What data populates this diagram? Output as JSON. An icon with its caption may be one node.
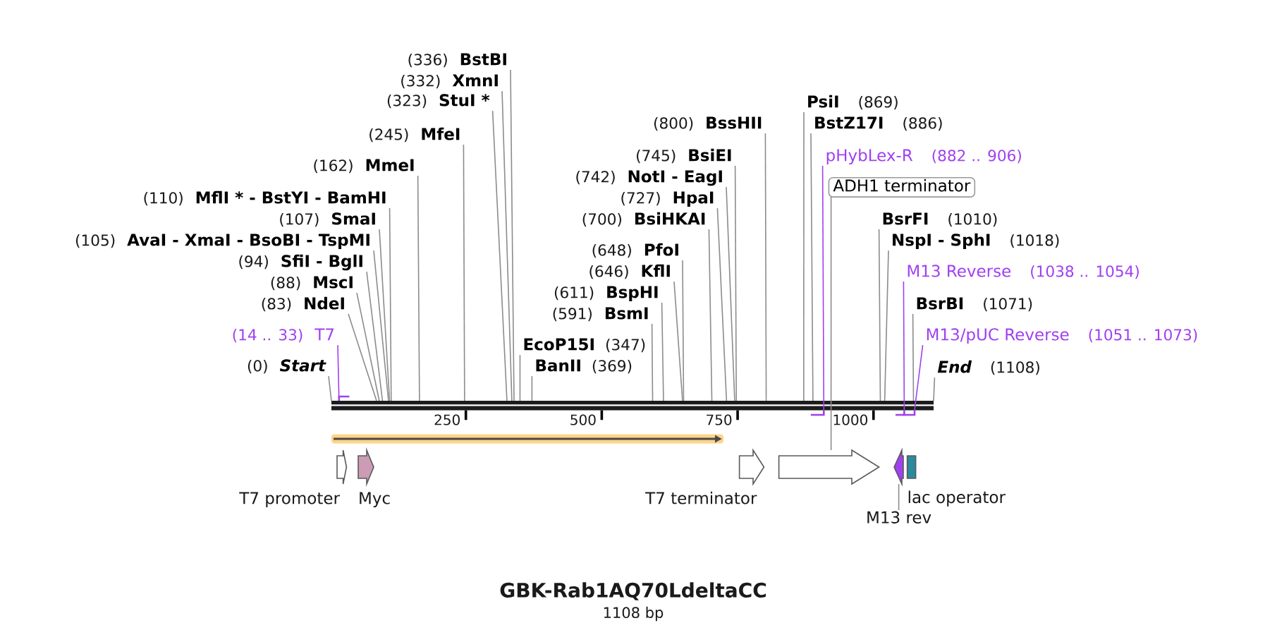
{
  "diagram": {
    "title": "GBK-Rab1AQ70LdeltaCC",
    "caption": "1108 bp",
    "nodes": [
      {
        "text": [
          "BstBI"
        ],
        "beside": [
          "(336)"
        ]
      },
      {
        "text": [
          "XmnI"
        ],
        "beside": [
          "(332)"
        ]
      },
      {
        "text": [
          "StuI *"
        ],
        "beside": [
          "(323)"
        ]
      },
      {
        "text": [
          "MfeI"
        ],
        "beside": [
          "(245)"
        ]
      },
      {
        "text": [
          "MmeI"
        ],
        "beside": [
          "(162)"
        ]
      },
      {
        "text": [
          "MflI * - BstYI - BamHI"
        ],
        "beside": [
          "(110)"
        ]
      },
      {
        "text": [
          "SmaI"
        ],
        "beside": [
          "(107)"
        ]
      },
      {
        "text": [
          "AvaI - XmaI - BsoBI - TspMI"
        ],
        "beside": [
          "(105)"
        ]
      },
      {
        "text": [
          "SfiI - BglI"
        ],
        "beside": [
          "(94)"
        ]
      },
      {
        "text": [
          "MscI"
        ],
        "beside": [
          "(88)"
        ]
      },
      {
        "text": [
          "NdeI"
        ],
        "beside": [
          "(83)"
        ]
      },
      {
        "text": [
          "T7"
        ],
        "beside": [
          "(14 .. 33)"
        ]
      },
      {
        "text": [
          "Start"
        ],
        "beside": [
          "(0)"
        ]
      },
      {
        "text": [
          "EcoP15I"
        ],
        "beside": [
          "(347)"
        ]
      },
      {
        "text": [
          "BanII"
        ],
        "beside": [
          "(369)"
        ]
      },
      {
        "text": [
          "BssHII"
        ],
        "beside": [
          "(800)"
        ]
      },
      {
        "text": [
          "BsiEI"
        ],
        "beside": [
          "(745)"
        ]
      },
      {
        "text": [
          "NotI - EagI"
        ],
        "beside": [
          "(742)"
        ]
      },
      {
        "text": [
          "HpaI"
        ],
        "beside": [
          "(727)"
        ]
      },
      {
        "text": [
          "BsiHKAI"
        ],
        "beside": [
          "(700)"
        ]
      },
      {
        "text": [
          "PfoI"
        ],
        "beside": [
          "(648)"
        ]
      },
      {
        "text": [
          "KflI"
        ],
        "beside": [
          "(646)"
        ]
      },
      {
        "text": [
          "BspHI"
        ],
        "beside": [
          "(611)"
        ]
      },
      {
        "text": [
          "BsmI"
        ],
        "beside": [
          "(591)"
        ]
      },
      {
        "text": [
          "PsiI"
        ],
        "beside": [
          "(869)"
        ]
      },
      {
        "text": [
          "BstZ17I"
        ],
        "beside": [
          "(886)"
        ]
      },
      {
        "text": [
          "pHybLex-R"
        ],
        "beside": [
          "(882 .. 906)"
        ]
      },
      {
        "text": [
          "ADH1 terminator"
        ]
      },
      {
        "text": [
          "BsrFI"
        ],
        "beside": [
          "(1010)"
        ]
      },
      {
        "text": [
          "NspI - SphI"
        ],
        "beside": [
          "(1018)"
        ]
      },
      {
        "text": [
          "M13 Reverse"
        ],
        "beside": [
          "(1038 .. 1054)"
        ]
      },
      {
        "text": [
          "BsrBI"
        ],
        "beside": [
          "(1071)"
        ]
      },
      {
        "text": [
          "M13/pUC Reverse"
        ],
        "beside": [
          "(1051 .. 1073)"
        ]
      },
      {
        "text": [
          "End"
        ],
        "beside": [
          "(1108)"
        ]
      },
      {
        "text": [],
        "shape": "bar"
      },
      {
        "text": [],
        "shape": "arrow"
      },
      {
        "text": [
          "T7 promoter"
        ]
      },
      {
        "text": [
          "Myc"
        ]
      },
      {
        "text": [
          "T7 terminator"
        ]
      },
      {
        "text": [],
        "shape": "arrow"
      },
      {
        "text": [],
        "shape": "arrow"
      },
      {
        "text": [
          "lac operator"
        ]
      },
      {
        "text": [
          "M13 rev"
        ]
      }
    ],
    "edges": [
      {
        "from": 0,
        "to": 34,
        "arrow": "none"
      },
      {
        "from": 1,
        "to": 34,
        "arrow": "none"
      },
      {
        "from": 2,
        "to": 34,
        "arrow": "none"
      },
      {
        "from": 3,
        "to": 34,
        "arrow": "none"
      },
      {
        "from": 4,
        "to": 34,
        "arrow": "none"
      },
      {
        "from": 5,
        "to": 34,
        "arrow": "none"
      },
      {
        "from": 6,
        "to": 34,
        "arrow": "none"
      },
      {
        "from": 7,
        "to": 34,
        "arrow": "none"
      },
      {
        "from": 8,
        "to": 34,
        "arrow": "none"
      },
      {
        "from": 9,
        "to": 34,
        "arrow": "none"
      },
      {
        "from": 10,
        "to": 34,
        "arrow": "none"
      },
      {
        "from": 11,
        "to": 34,
        "arrow": "none",
        "color": "#a040f0"
      },
      {
        "from": 12,
        "to": 34,
        "arrow": "none"
      },
      {
        "from": 13,
        "to": 34,
        "arrow": "none"
      },
      {
        "from": 14,
        "to": 34,
        "arrow": "none"
      },
      {
        "from": 15,
        "to": 34,
        "arrow": "none"
      },
      {
        "from": 16,
        "to": 34,
        "arrow": "none"
      },
      {
        "from": 17,
        "to": 34,
        "arrow": "none"
      },
      {
        "from": 18,
        "to": 34,
        "arrow": "none"
      },
      {
        "from": 19,
        "to": 34,
        "arrow": "none"
      },
      {
        "from": 20,
        "to": 34,
        "arrow": "none"
      },
      {
        "from": 21,
        "to": 34,
        "arrow": "none"
      },
      {
        "from": 22,
        "to": 34,
        "arrow": "none"
      },
      {
        "from": 23,
        "to": 34,
        "arrow": "none"
      },
      {
        "from": 24,
        "to": 34,
        "arrow": "none"
      },
      {
        "from": 25,
        "to": 34,
        "arrow": "none"
      },
      {
        "from": 26,
        "to": 34,
        "arrow": "none",
        "color": "#a040f0"
      },
      {
        "from": 28,
        "to": 34,
        "arrow": "none"
      },
      {
        "from": 29,
        "to": 34,
        "arrow": "none"
      },
      {
        "from": 30,
        "to": 34,
        "arrow": "none",
        "color": "#a040f0"
      },
      {
        "from": 31,
        "to": 34,
        "arrow": "none"
      },
      {
        "from": 32,
        "to": 34,
        "arrow": "none",
        "color": "#a040f0"
      },
      {
        "from": 33,
        "to": 34,
        "arrow": "none"
      },
      {
        "from": 27,
        "to": 39,
        "arrow": "none"
      },
      {
        "from": 42,
        "to": 40,
        "arrow": "none"
      }
    ],
    "labels": [
      "250",
      "500",
      "750",
      "1000"
    ]
  }
}
